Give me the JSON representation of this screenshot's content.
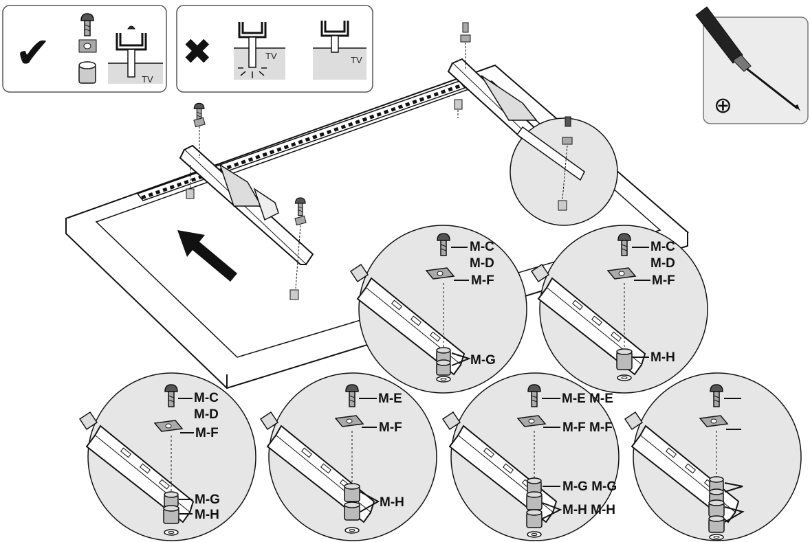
{
  "panels": {
    "correct": {
      "check_symbol": "✔",
      "tv_text": "TV"
    },
    "wrong": {
      "cross_symbol": "✖",
      "tv_text_1": "TV",
      "tv_text_2": "TV"
    }
  },
  "tool": {
    "symbol": "⊕"
  },
  "details": {
    "d1": {
      "top": "M-C",
      "top2": "M-D",
      "plate": "M-F",
      "spacer": "M-G"
    },
    "d2": {
      "top": "M-C",
      "top2": "M-D",
      "plate": "M-F",
      "spacer": "M-H"
    },
    "d3": {
      "top": "M-C",
      "top2": "M-D",
      "plate": "M-F",
      "spacer1": "M-G",
      "spacer2": "M-H"
    },
    "d4": {
      "top": "M-E",
      "plate": "M-F",
      "spacer": "M-H"
    },
    "d5": {
      "top": "M-E M-E",
      "plate": "M-F M-F",
      "spacer1": "M-G M-G",
      "spacer2": "M-H M-H"
    },
    "d6": {}
  },
  "colors": {
    "line": "#1a1a1a",
    "circle_fill": "#e6e6e6",
    "panel_fill": "#ececec"
  }
}
